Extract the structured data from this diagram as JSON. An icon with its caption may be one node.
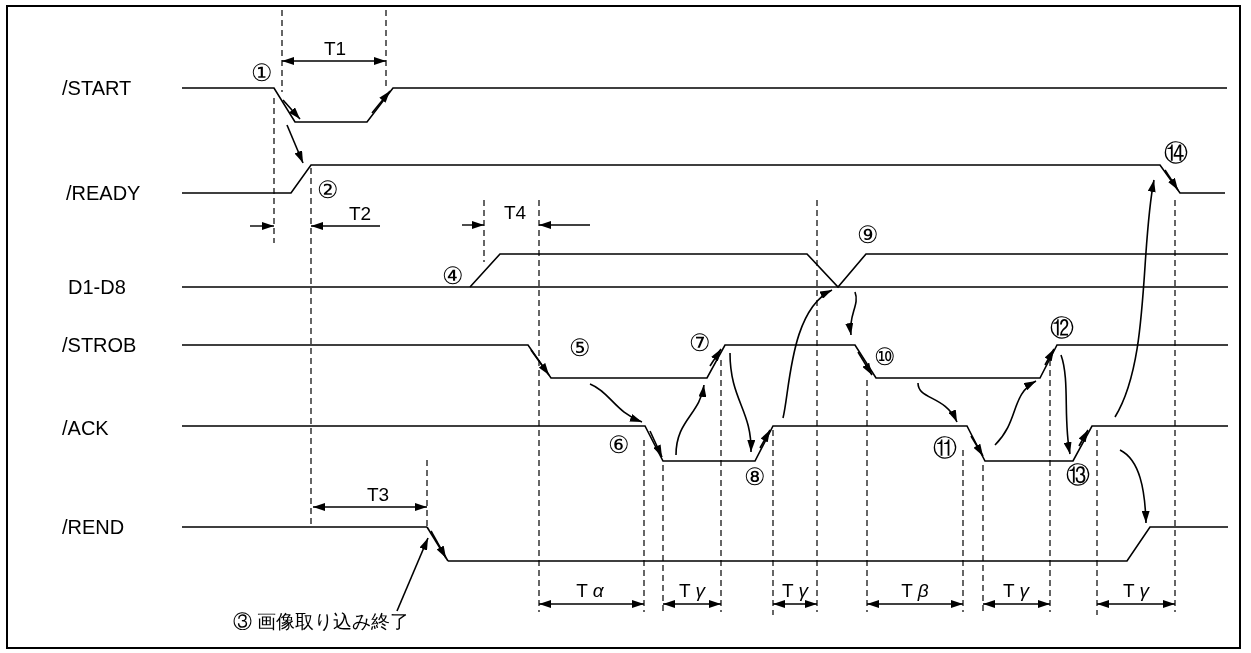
{
  "diagram": {
    "nodes": [
      {
        "text": [
          "③ 画像取り込み終了"
        ]
      },
      {
        "text": [],
        "shape": "line"
      }
    ],
    "edges": [
      {
        "from": 0,
        "to": 1,
        "arrow": "to"
      }
    ],
    "labels": [
      "T1",
      "①",
      "⑭",
      "/START",
      "/READY",
      "②",
      "T2",
      "T4",
      "⑨",
      "④",
      "D1-D8",
      "⑫",
      "/STROB",
      "⑤",
      "⑦",
      "⑩",
      "/ACK",
      "⑥",
      "⑪",
      "⑧",
      "⑬",
      "T3",
      "/REND",
      "T *α*",
      "T *γ*",
      "T *γ*",
      "T *β*",
      "T *γ*",
      "T *γ*"
    ]
  }
}
